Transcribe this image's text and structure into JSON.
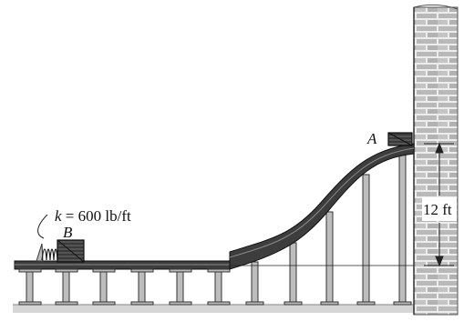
{
  "diagram": {
    "labels": {
      "point_a": "A",
      "point_b": "B",
      "spring_symbol": "k",
      "spring_value": " = 600 lb/ft",
      "height": "12 ft"
    }
  }
}
